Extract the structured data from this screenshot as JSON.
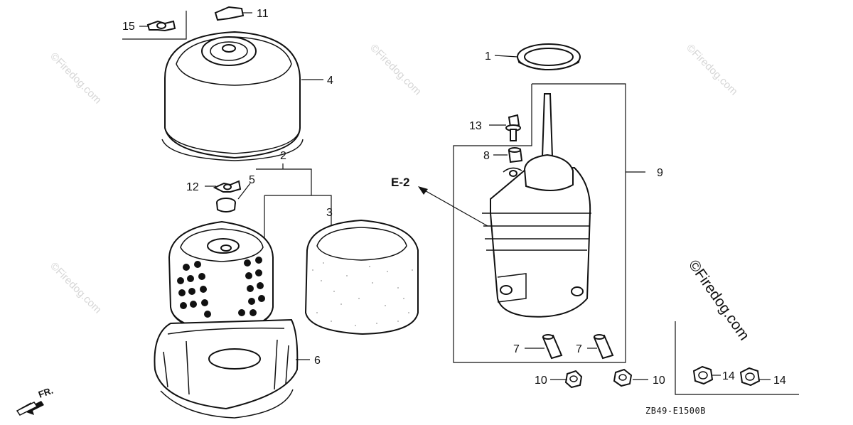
{
  "diagram": {
    "callouts": [
      {
        "id": "1",
        "text": "1"
      },
      {
        "id": "2",
        "text": "2"
      },
      {
        "id": "3",
        "text": "3"
      },
      {
        "id": "4",
        "text": "4"
      },
      {
        "id": "5",
        "text": "5"
      },
      {
        "id": "6",
        "text": "6"
      },
      {
        "id": "7a",
        "text": "7"
      },
      {
        "id": "7b",
        "text": "7"
      },
      {
        "id": "8",
        "text": "8"
      },
      {
        "id": "9",
        "text": "9"
      },
      {
        "id": "10a",
        "text": "10"
      },
      {
        "id": "10b",
        "text": "10"
      },
      {
        "id": "11",
        "text": "11"
      },
      {
        "id": "12",
        "text": "12"
      },
      {
        "id": "13",
        "text": "13"
      },
      {
        "id": "14a",
        "text": "14"
      },
      {
        "id": "14b",
        "text": "14"
      },
      {
        "id": "15",
        "text": "15"
      }
    ],
    "reference": "E-2",
    "direction_label": "FR.",
    "drawing_code": "ZB49-E1500B",
    "watermark": "©Firedog.com"
  }
}
